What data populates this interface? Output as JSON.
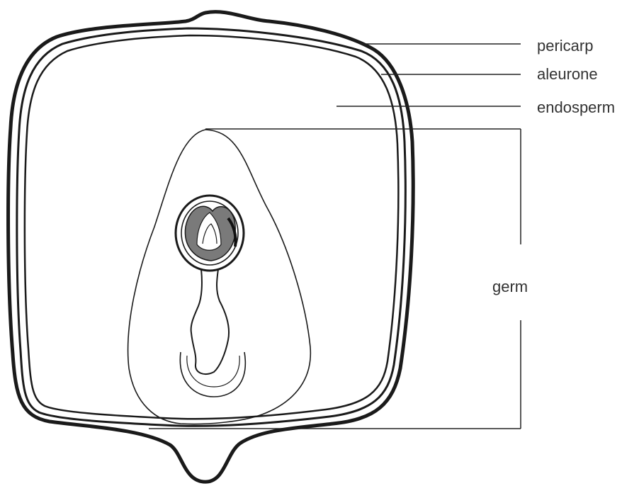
{
  "diagram": {
    "labels": {
      "pericarp": "pericarp",
      "aleurone": "aleurone",
      "endosperm": "endosperm",
      "germ": "germ"
    },
    "colors": {
      "outline": "#1a1a1a",
      "leader": "#222222",
      "label_text": "#333333",
      "background": "#ffffff"
    }
  }
}
